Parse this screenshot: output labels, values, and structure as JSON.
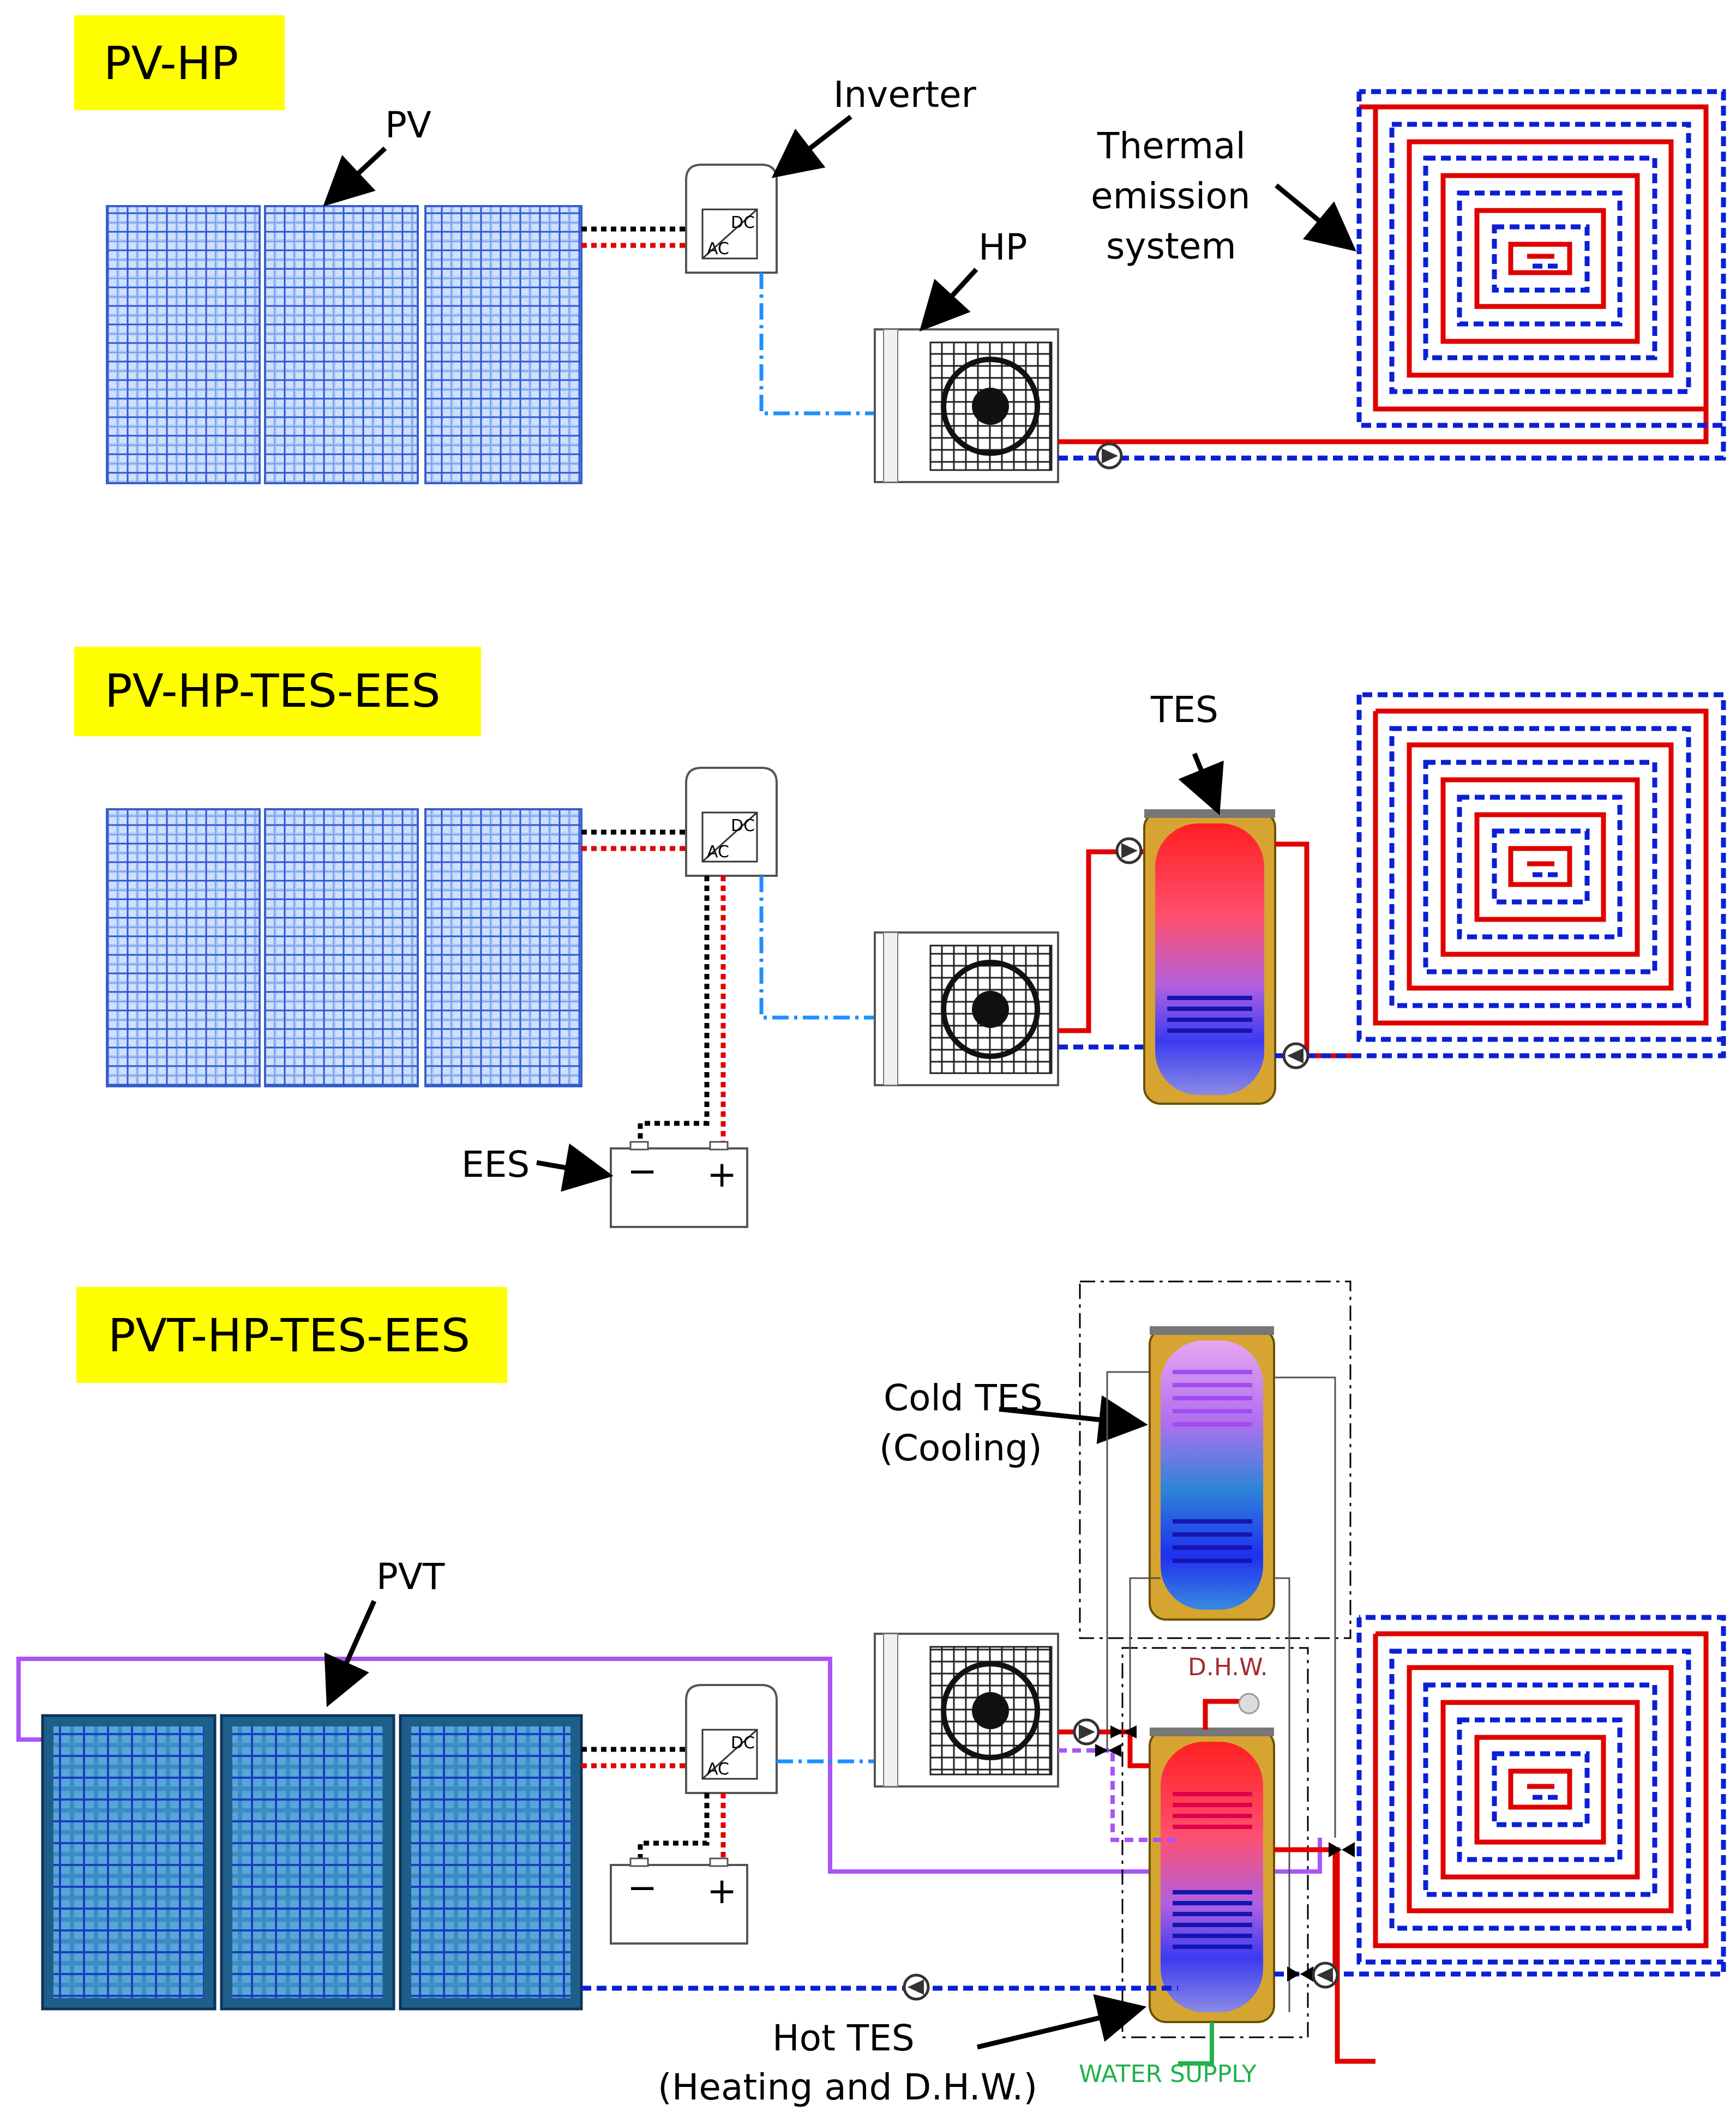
{
  "sections": [
    {
      "title": "PV-HP"
    },
    {
      "title": "PV-HP-TES-EES"
    },
    {
      "title": "PVT-HP-TES-EES"
    }
  ],
  "labels": {
    "pv": "PV",
    "inverter": "Inverter",
    "hp": "HP",
    "thermal_emission_line1": "Thermal",
    "thermal_emission_line2": "emission",
    "thermal_emission_line3": "system",
    "tes": "TES",
    "ees": "EES",
    "pvt": "PVT",
    "cold_tes_line1": "Cold TES",
    "cold_tes_line2": "(Cooling)",
    "hot_tes_line1": "Hot TES",
    "hot_tes_line2": "(Heating and D.H.W.)",
    "dhw": "D.H.W.",
    "water_supply": "WATER SUPPLY",
    "dc": "DC",
    "ac": "AC",
    "battery_minus": "−",
    "battery_plus": "+"
  },
  "colors": {
    "title_bg": "#ffff00",
    "hot_pipe": "#e00000",
    "cold_pipe": "#0a1fd6",
    "dc_link": "#1e90ff",
    "pvt_loop": "#a855f7",
    "water_supply": "#22b14c",
    "pv_panel": "#9cc3f5",
    "pvt_panel": "#2a78b0"
  }
}
